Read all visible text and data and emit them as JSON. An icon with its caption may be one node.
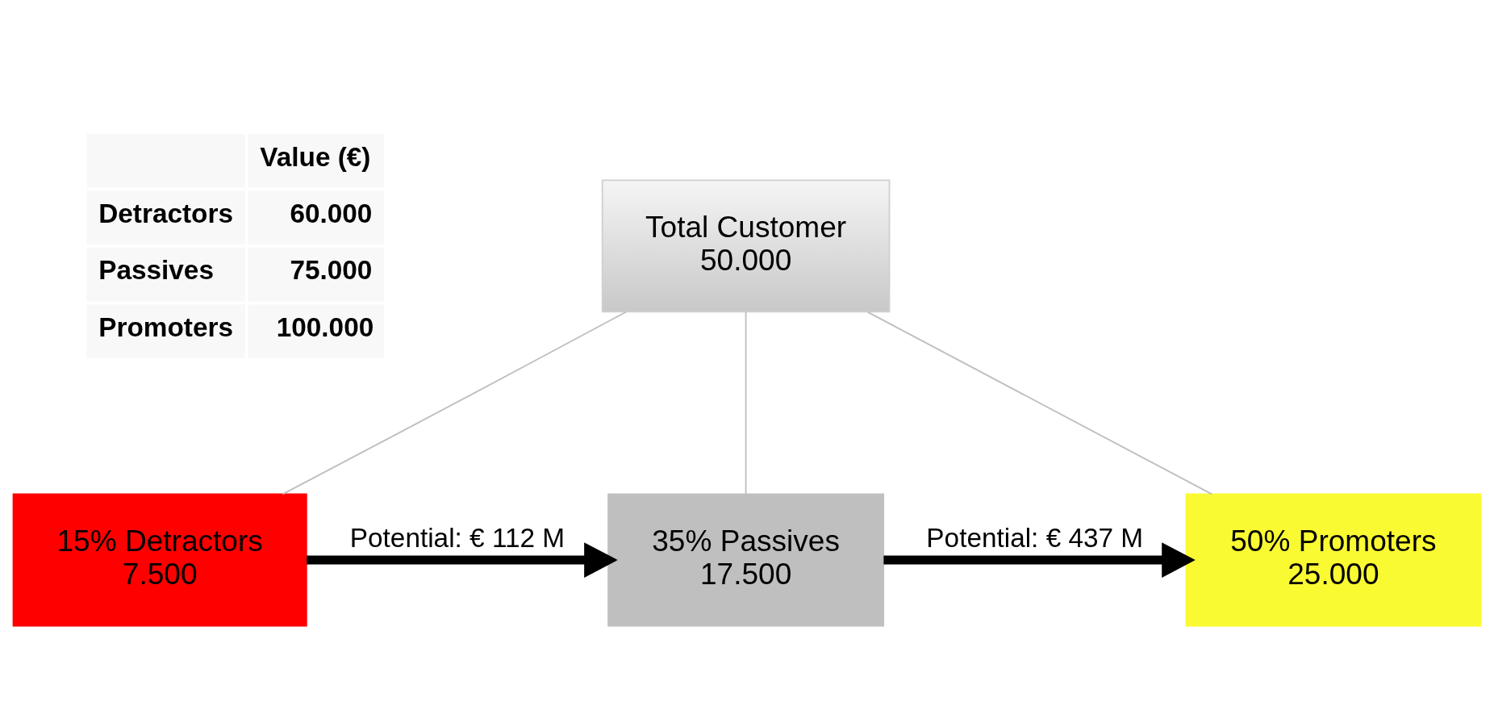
{
  "diagram": {
    "nodes": [
      {
        "text": [
          "Total Customer",
          "50.000"
        ]
      },
      {
        "text": [
          "15% Detractors",
          "7.500"
        ]
      },
      {
        "text": [
          "35% Passives",
          "17.500"
        ]
      },
      {
        "text": [
          "50% Promoters",
          "25.000"
        ]
      }
    ],
    "edges": [
      {
        "from": 0,
        "to": 1,
        "arrow": "none",
        "color": "#bfbfbf"
      },
      {
        "from": 0,
        "to": 2,
        "arrow": "none",
        "color": "#bfbfbf"
      },
      {
        "from": 0,
        "to": 3,
        "arrow": "none",
        "color": "#bfbfbf"
      },
      {
        "from": 1,
        "to": 2,
        "arrow": "to",
        "style": "thick",
        "color": "#000000",
        "label": "Potential: € 112 M"
      },
      {
        "from": 2,
        "to": 3,
        "arrow": "to",
        "style": "thick",
        "color": "#000000",
        "label": "Potential: € 437 M"
      }
    ],
    "labels": [
      "Value (€)",
      "Detractors",
      "60.000",
      "Passives",
      "75.000",
      "Promoters",
      "100.000"
    ]
  }
}
